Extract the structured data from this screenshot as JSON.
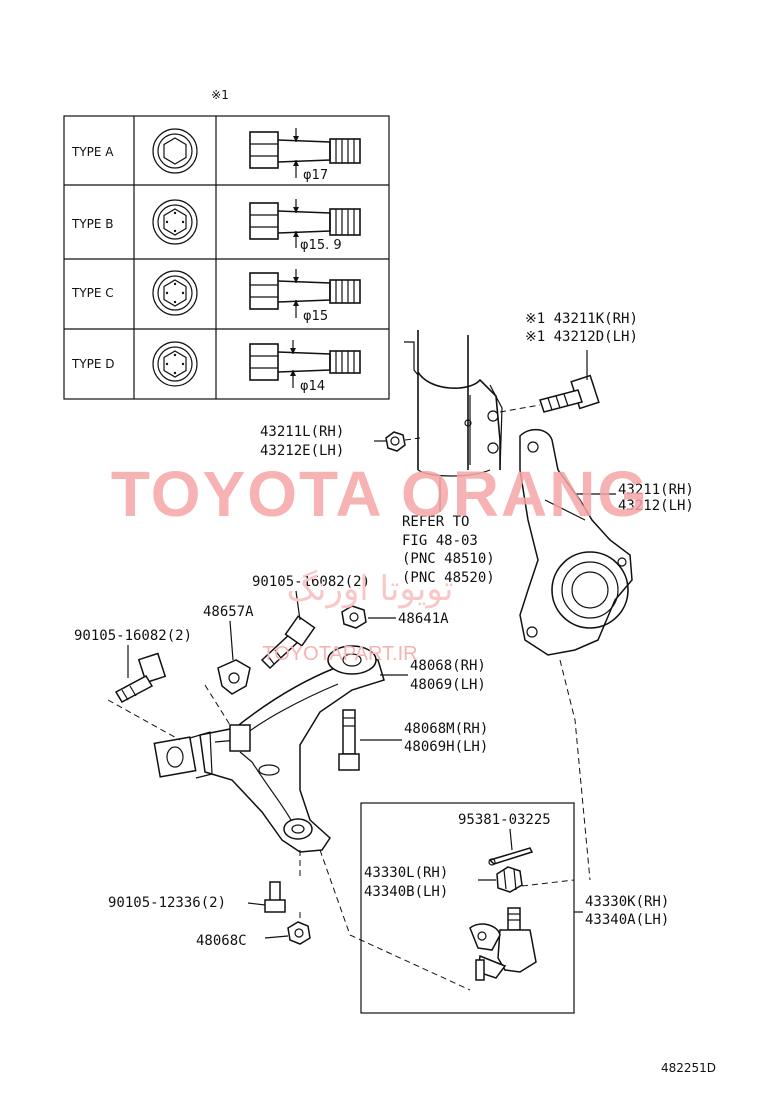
{
  "type_table": {
    "note_mark": "※1",
    "rows": [
      {
        "type": "TYPE A",
        "diameter": "φ17"
      },
      {
        "type": "TYPE B",
        "diameter": "φ15. 9"
      },
      {
        "type": "TYPE C",
        "diameter": "φ15"
      },
      {
        "type": "TYPE D",
        "diameter": "φ14"
      }
    ]
  },
  "labels": {
    "bolt_rh": "※1 43211K(RH)",
    "bolt_lh": "※1 43212D(LH)",
    "nut_rh": "43211L(RH)",
    "nut_lh": "43212E(LH)",
    "knuckle_rh": "43211(RH)",
    "knuckle_lh": "43212(LH)",
    "refer_1": "REFER TO",
    "refer_2": "FIG 48-03",
    "refer_3": "(PNC 48510)",
    "refer_4": "(PNC 48520)",
    "bolt_90105_top": "90105-16082(2)",
    "bracket": "48657A",
    "nut_48641": "48641A",
    "bolt_90105_left": "90105-16082(2)",
    "arm_rh": "48068(RH)",
    "arm_lh": "48069(LH)",
    "bolt_m_rh": "48068M(RH)",
    "bolt_h_lh": "48069H(LH)",
    "cotter_pin": "95381-03225",
    "ball_nut_rh": "43330L(RH)",
    "ball_nut_lh": "43340B(LH)",
    "ball_joint_rh": "43330K(RH)",
    "ball_joint_lh": "43340A(LH)",
    "bolt_small": "90105-12336(2)",
    "nut_48068c": "48068C",
    "figure_code": "482251D"
  },
  "watermark": {
    "main": "TOYOTA ORANG",
    "persian": "تویوتا اورنگ",
    "url": "TOYOTAPART.IR"
  }
}
